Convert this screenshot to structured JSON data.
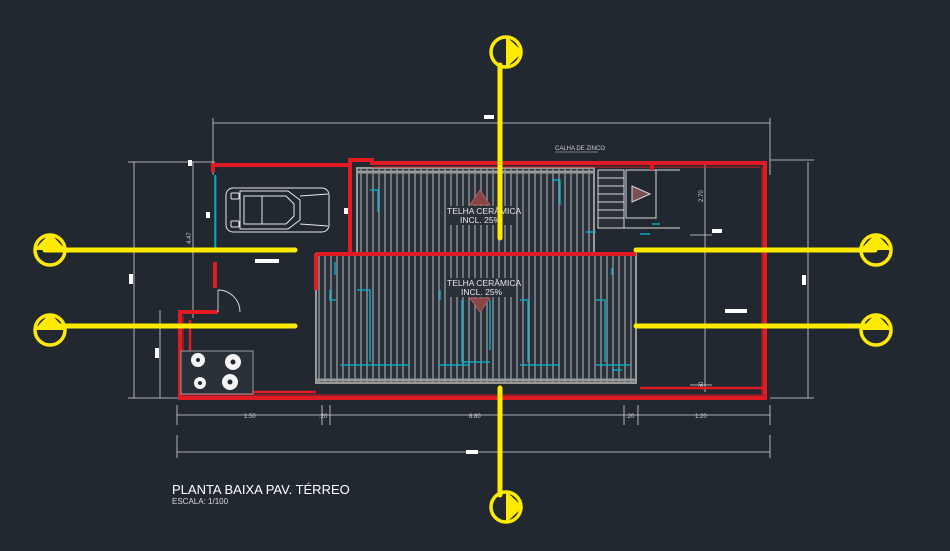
{
  "drawing": {
    "title": "PLANTA BAIXA PAV. TÉRREO",
    "scale": "ESCALA: 1/100",
    "roof_label_upper": "TELHA CERÂMICA",
    "roof_slope_upper": "INCL. 25%",
    "roof_label_lower": "TELHA CERÂMICA",
    "roof_slope_lower": "INCL. 25%",
    "gutter_label": "CALHA DE ZINCO",
    "dimensions": {
      "bottom_1": "1.50",
      "bottom_2": ".20",
      "bottom_3": "8.80",
      "bottom_4": ".20",
      "bottom_5": "1.20",
      "left_1": "4.47",
      "right_1": "2.70",
      "right_2": ".50"
    }
  },
  "colors": {
    "background": "#212830",
    "walls": "#e01b24",
    "section_lines": "#ffeb00",
    "pipes": "#00bcd4",
    "dimensions": "#d9d9d9",
    "roof": "#9a9a9a"
  },
  "icons": [
    "car-icon",
    "plant-icon",
    "stair-icon",
    "arrow-up-icon",
    "arrow-down-icon"
  ]
}
